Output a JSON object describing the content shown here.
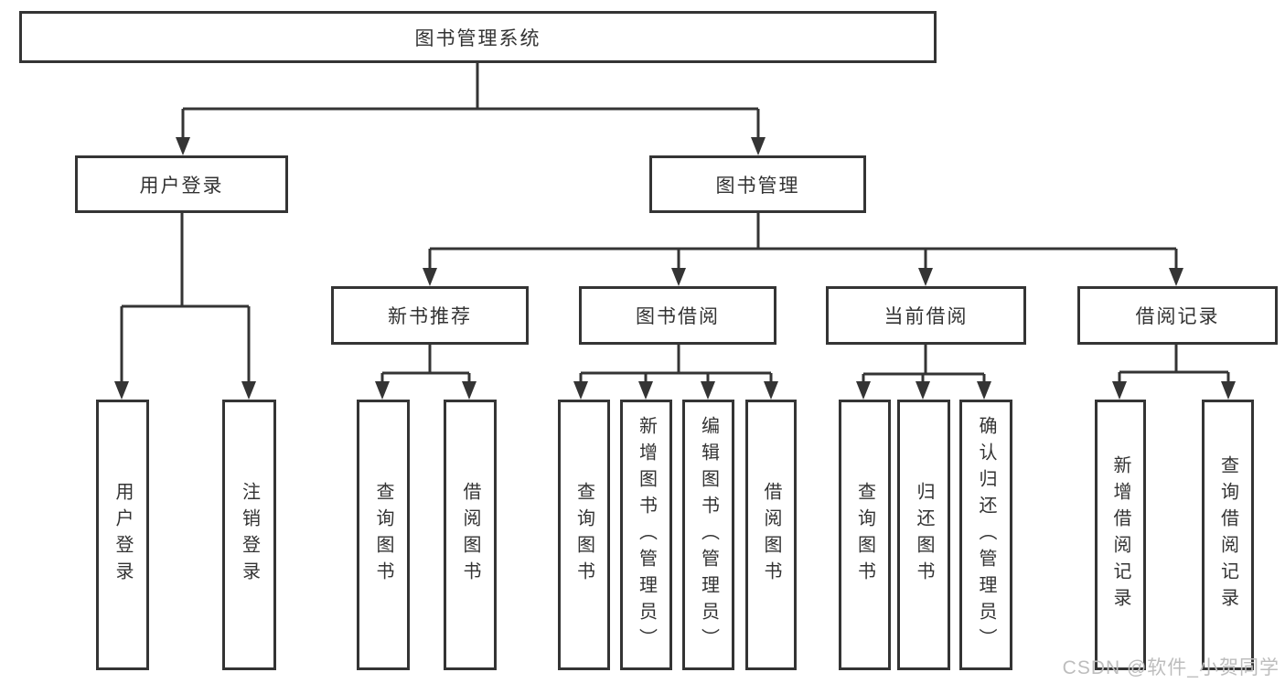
{
  "tree": {
    "label": "图书管理系统",
    "children": [
      {
        "label": "用户登录",
        "children": [
          {
            "label": "用户登录"
          },
          {
            "label": "注销登录"
          }
        ]
      },
      {
        "label": "图书管理",
        "children": [
          {
            "label": "新书推荐",
            "children": [
              {
                "label": "查询图书"
              },
              {
                "label": "借阅图书"
              }
            ]
          },
          {
            "label": "图书借阅",
            "children": [
              {
                "label": "查询图书"
              },
              {
                "label": "新增图书（管理员）"
              },
              {
                "label": "编辑图书（管理员）"
              },
              {
                "label": "借阅图书"
              }
            ]
          },
          {
            "label": "当前借阅",
            "children": [
              {
                "label": "查询图书"
              },
              {
                "label": "归还图书"
              },
              {
                "label": "确认归还（管理员）"
              }
            ]
          },
          {
            "label": "借阅记录",
            "children": [
              {
                "label": "新增借阅记录"
              },
              {
                "label": "查询借阅记录"
              }
            ]
          }
        ]
      }
    ]
  },
  "watermark": {
    "text": "CSDN @软件_小贺同学"
  },
  "colors": {
    "line": "#343434",
    "text": "#333333",
    "watermark": "#bdbdbd",
    "background": "#ffffff"
  }
}
